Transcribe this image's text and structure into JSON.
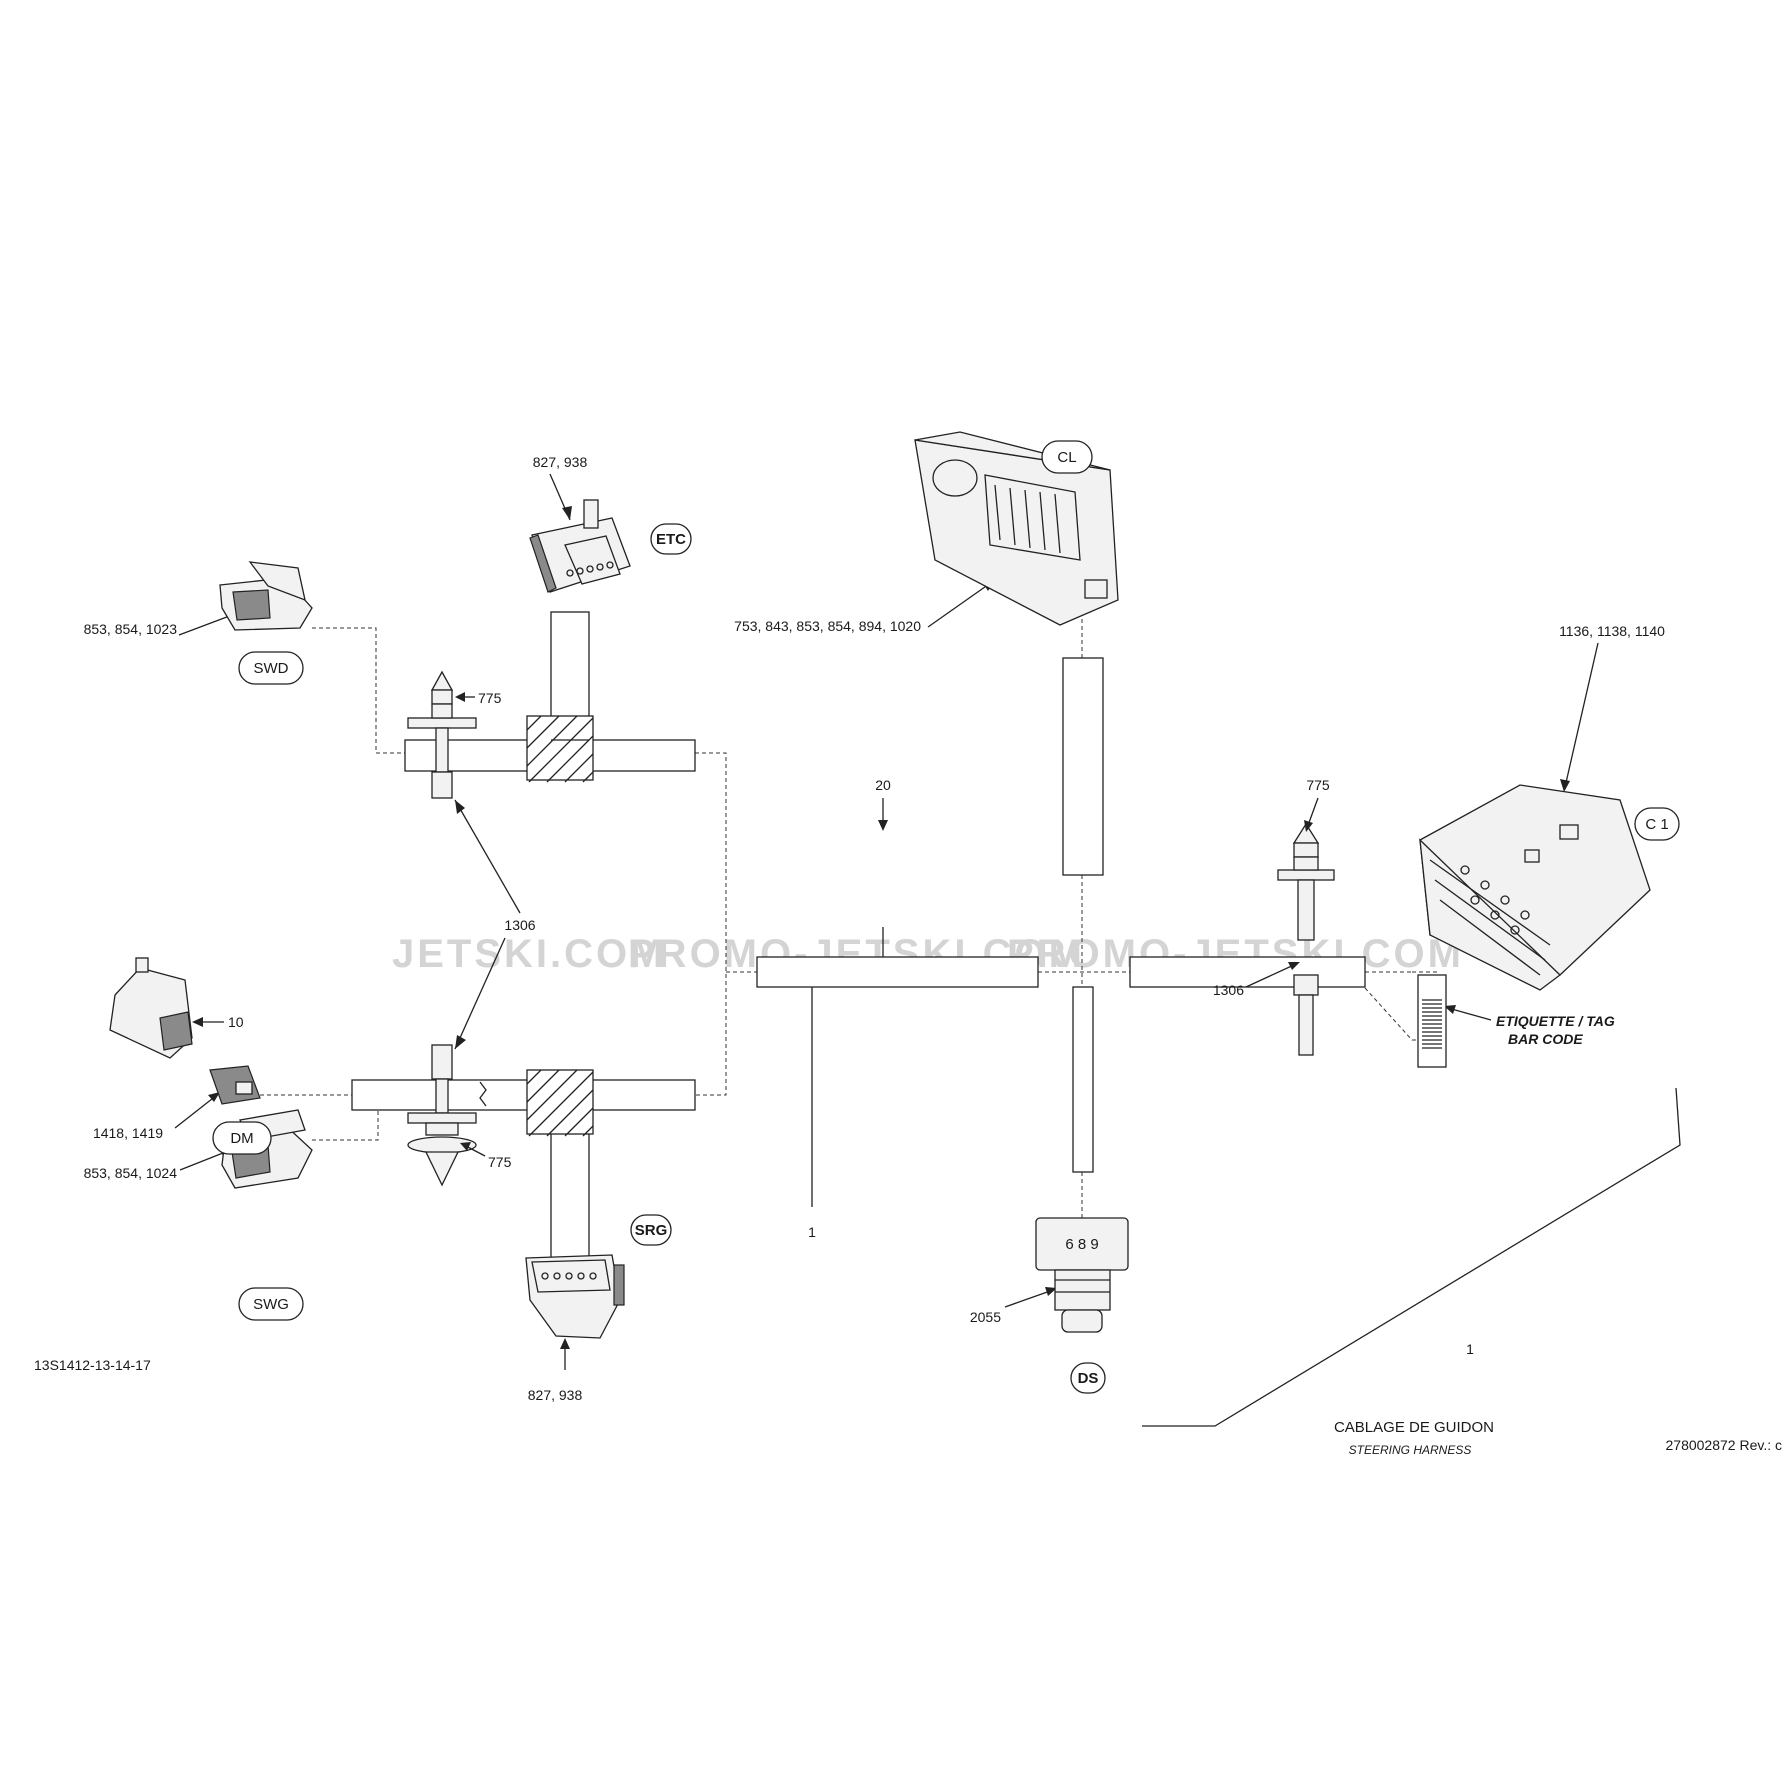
{
  "watermarks": [
    "JETSKI.COM",
    "PROMO-JETSKI.COM",
    "PROMO-JETSKI.COM"
  ],
  "connectors": {
    "etc": "ETC",
    "cl": "CL",
    "swd": "SWD",
    "c1": "C 1",
    "dm": "DM",
    "swg": "SWG",
    "srg": "SRG",
    "ds": "DS"
  },
  "part_refs": {
    "etc_plug": "827, 938",
    "cl_plug": "753, 843, 853, 854, 894, 1020",
    "swd_plug": "853, 854, 1023",
    "c1_plug": "1136, 1138, 1140",
    "clip_top_left": "775",
    "clip_right": "775",
    "clip_bottom_left": "775",
    "tie_left": "1306",
    "tie_right": "1306",
    "main_branch": "20",
    "dm_module": "10",
    "dm_plug": "1418, 1419",
    "swg_plug": "853, 854, 1024",
    "srg_plug": "827, 938",
    "ds_sensor": "2055",
    "ds_code": "6 8 9",
    "harness_a": "1",
    "harness_b": "1"
  },
  "barcode_tag": {
    "line1": "ETIQUETTE / TAG",
    "line2": "BAR CODE"
  },
  "footer": {
    "illustration_id": "13S1412-13-14-17",
    "title_fr": "CABLAGE DE GUIDON",
    "title_en": "STEERING HARNESS",
    "doc_ref": "278002872 Rev.: c"
  }
}
